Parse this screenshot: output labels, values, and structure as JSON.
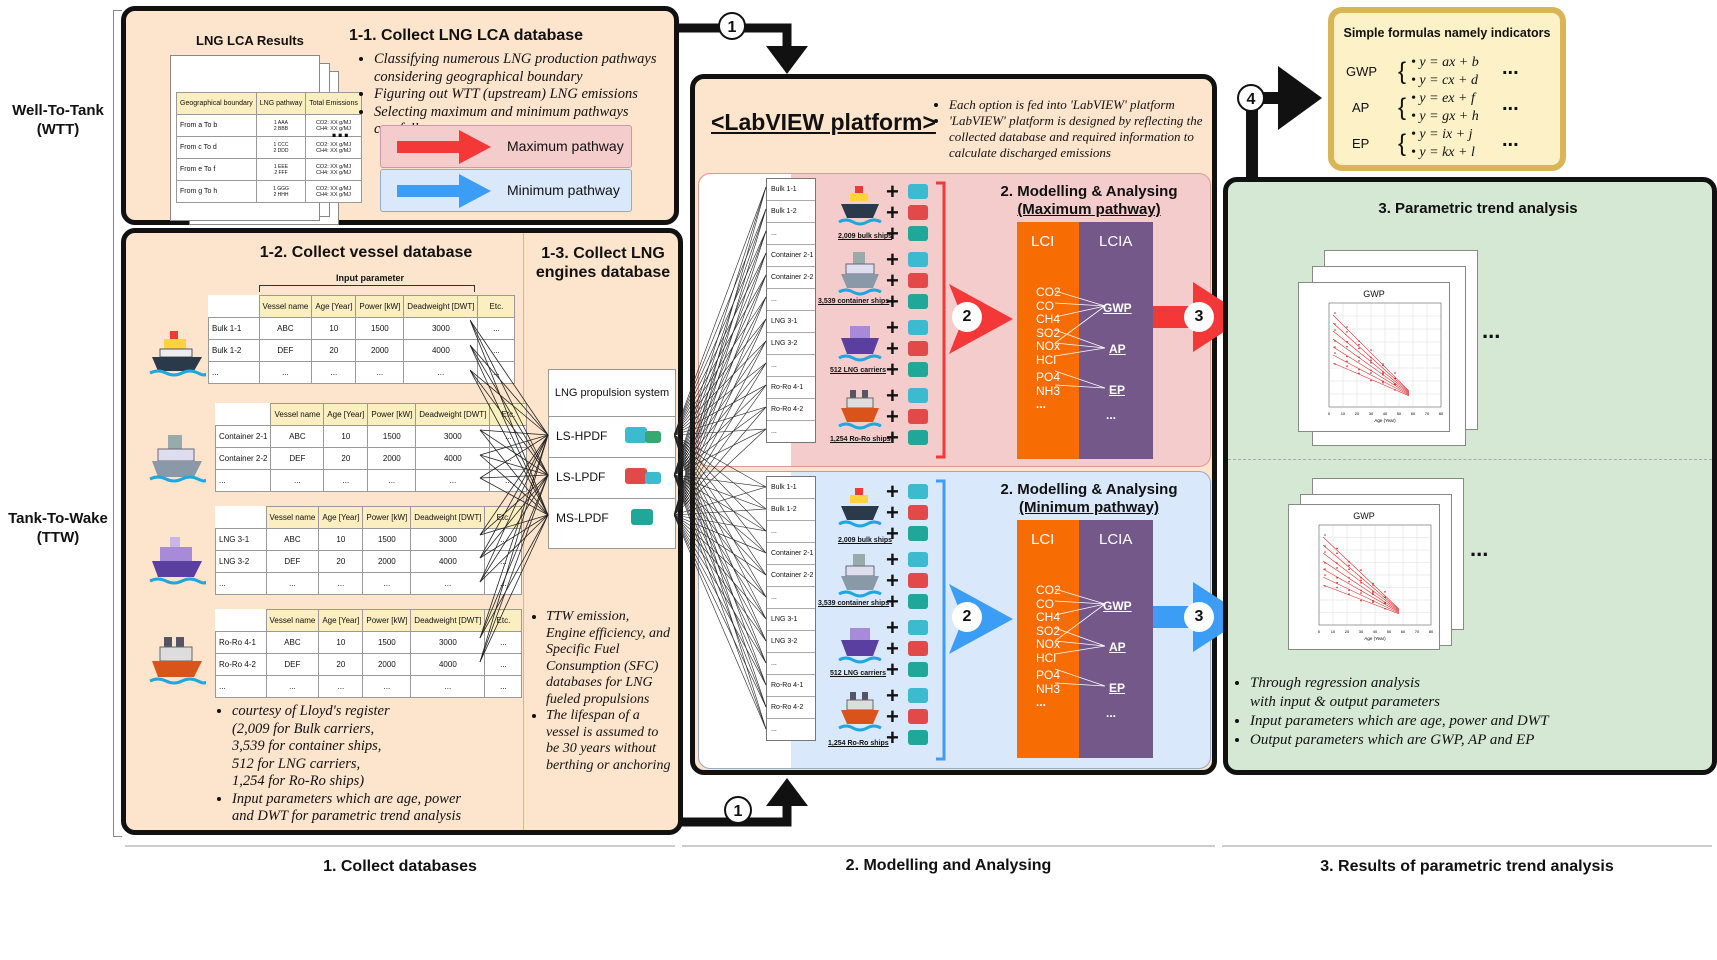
{
  "side_labels": {
    "wtt": "Well-To-Tank\n(WTT)",
    "ttw": "Tank-To-Wake\n(TTW)"
  },
  "s11": {
    "title": "1-1. Collect LNG LCA database",
    "results_label": "LNG LCA Results",
    "table_headers": [
      "Geographical boundary",
      "LNG pathway",
      "Total Emissions"
    ],
    "rows": [
      {
        "from": "From a To b",
        "path": "1 AAA\n2 BBB",
        "em": "CO2: XX g/MJ\nCH4: XX g/MJ"
      },
      {
        "from": "From c To d",
        "path": "1 CCC\n2 DDD",
        "em": "CO2: XX g/MJ\nCH4: XX g/MJ"
      },
      {
        "from": "From e To f",
        "path": "1 EEE\n2 FFF",
        "em": "CO2: XX g/MJ\nCH4: XX g/MJ"
      },
      {
        "from": "From g To h",
        "path": "1 GGG\n2 HHH",
        "em": "CO2: XX g/MJ\nCH4: XX g/MJ"
      }
    ],
    "ellipsis": "...",
    "bullets": [
      "Classifying numerous LNG production pathways considering geographical  boundary",
      "Figuring out WTT (upstream) LNG emissions",
      "Selecting maximum and minimum pathways carefully"
    ],
    "max_label": "Maximum pathway",
    "min_label": "Minimum pathway"
  },
  "s12": {
    "title": "1-2. Collect vessel database",
    "input_param": "Input parameter",
    "headers": [
      "Vessel name",
      "Age [Year]",
      "Power [kW]",
      "Deadweight [DWT]",
      "Etc."
    ],
    "tables": [
      {
        "r1": "Bulk 1-1",
        "r2": "Bulk 1-2"
      },
      {
        "r1": "Container 2-1",
        "r2": "Container 2-2"
      },
      {
        "r1": "LNG 3-1",
        "r2": "LNG 3-2"
      },
      {
        "r1": "Ro-Ro 4-1",
        "r2": "Ro-Ro 4-2"
      }
    ],
    "row1": [
      "ABC",
      "10",
      "1500",
      "3000",
      "..."
    ],
    "row2": [
      "DEF",
      "20",
      "2000",
      "4000",
      "..."
    ],
    "row3": [
      "...",
      "...",
      "...",
      "...",
      "...",
      "..."
    ],
    "bullets": [
      "courtesy of  Lloyd's register\n(2,009 for Bulk carriers,\n3,539 for container ships,\n512 for LNG carriers,\n1,254 for Ro-Ro ships)",
      "Input parameters which are age, power\nand DWT for parametric trend analysis"
    ]
  },
  "s13": {
    "title": "1-3. Collect LNG\nengines database",
    "header": "LNG propulsion system",
    "engines": [
      "LS-HPDF",
      "LS-LPDF",
      "MS-LPDF"
    ],
    "bullets": [
      "TTW emission, Engine efficiency, and Specific Fuel Consumption (SFC) databases for LNG fueled propulsions",
      "The lifespan of a vessel is assumed to be 30 years without berthing or anchoring"
    ]
  },
  "s2": {
    "labview": "<LabVIEW platform>",
    "bullets": [
      "Each option is fed into 'LabVIEW' platform",
      "'LabVIEW' platform is designed by reflecting the collected database and required information to calculate discharged emissions"
    ],
    "max_title": "2. Modelling & Analysing",
    "max_sub": "(Maximum pathway)",
    "min_title": "2. Modelling & Analysing",
    "min_sub": "(Minimum pathway)",
    "vessels": [
      "Bulk 1-1",
      "Bulk 1-2",
      "...",
      "Container 2-1",
      "Container 2-2",
      "...",
      "LNG 3-1",
      "LNG 3-2",
      "...",
      "Ro-Ro 4-1",
      "Ro-Ro 4-2",
      "..."
    ],
    "ship_labels": [
      "2,009 bulk ships",
      "3,539 container ships",
      "512 LNG carriers",
      "1,254 Ro-Ro ships"
    ],
    "lci": "LCI",
    "lcia": "LCIA",
    "pollutants": [
      "CO2",
      "CO",
      "CH4",
      "SO2",
      "NOx",
      "HCl",
      "PO4",
      "NH3",
      "..."
    ],
    "indicators": [
      "GWP",
      "AP",
      "EP",
      "..."
    ]
  },
  "s3": {
    "title": "3. Parametric trend analysis",
    "chart_title": "GWP",
    "chart_xlabel": "Age (Year)",
    "chart_xticks": [
      "0",
      "10",
      "20",
      "30",
      "40",
      "50",
      "60",
      "70",
      "80"
    ],
    "ellipsis": "...",
    "bullets": [
      "Through regression analysis\nwith input & output parameters",
      "Input parameters which are age, power and DWT",
      "Output parameters which are GWP, AP and EP"
    ]
  },
  "formulas": {
    "title": "Simple formulas namely indicators",
    "groups": [
      {
        "name": "GWP",
        "f1": "y = ax + b",
        "f2": "y = cx + d"
      },
      {
        "name": "AP",
        "f1": "y = ex + f",
        "f2": "y = gx + h"
      },
      {
        "name": "EP",
        "f1": "y = ix + j",
        "f2": "y = kx + l"
      }
    ],
    "ellipsis": "..."
  },
  "steps": [
    "1",
    "2",
    "3",
    "4"
  ],
  "bottom": {
    "a": "1. Collect databases",
    "b": "2. Modelling and Analysing",
    "c": "3. Results of parametric trend analysis"
  },
  "colors": {
    "peach": "#fde4cc",
    "pink": "#f4cccc",
    "blue": "#dae8fc",
    "green": "#d5e8d4",
    "orange": "#f86c04",
    "purple": "#75588a",
    "red": "#f43838",
    "arrowblue": "#3c9df4",
    "gold": "#d8b557"
  }
}
